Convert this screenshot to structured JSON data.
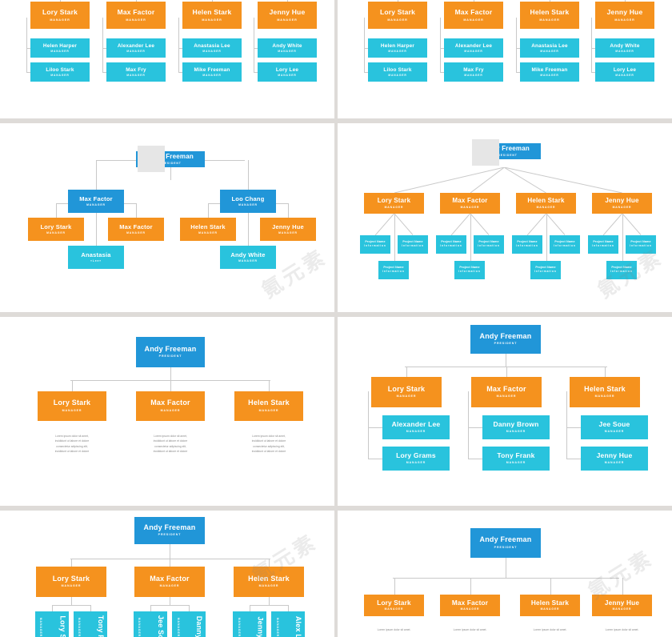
{
  "meta": {
    "watermark": "氪元素",
    "colors": {
      "orange": "#f5921e",
      "cyan": "#29c3dd",
      "blue": "#2196d8",
      "line": "#c9c9c9",
      "page_background": "#dedbd8",
      "slide_background": "#ffffff",
      "lorem_text": "#8b8b8b"
    }
  },
  "roles": {
    "manager": "MANAGER",
    "president": "PRESIDENT"
  },
  "lorem": {
    "l1": "Lorem ipsum dolor sit amet,",
    "l2": "incididunt ut labore et dolore",
    "l3": "consectetur adipiscing elit,",
    "l4": "incididunt ut labore et dolore",
    "short": "Lorem ipsum dolor sit amet."
  },
  "project_box": {
    "line1": "Project Name",
    "line2": "Information"
  },
  "slides": [
    {
      "id": "slide-1",
      "name": "four-column-manager-chart",
      "columns": [
        {
          "head": "Lory Stark",
          "children": [
            "Helen Harper",
            "Liloo Stark"
          ]
        },
        {
          "head": "Max Factor",
          "children": [
            "Alexander Lee",
            "Max Fry"
          ]
        },
        {
          "head": "Helen Stark",
          "children": [
            "Anastasia Lee",
            "Mike Freeman"
          ]
        },
        {
          "head": "Jenny Hue",
          "children": [
            "Andy White",
            "Lory Lee"
          ]
        }
      ]
    },
    {
      "id": "slide-2",
      "name": "four-column-manager-chart-duplicate",
      "columns": [
        {
          "head": "Lory Stark",
          "children": [
            "Helen Harper",
            "Liloo Stark"
          ]
        },
        {
          "head": "Max Factor",
          "children": [
            "Alexander Lee",
            "Max Fry"
          ]
        },
        {
          "head": "Helen Stark",
          "children": [
            "Anastasia Lee",
            "Mike Freeman"
          ]
        },
        {
          "head": "Jenny Hue",
          "children": [
            "Andy White",
            "Lory Lee"
          ]
        }
      ]
    },
    {
      "id": "slide-3",
      "name": "two-branch-chart",
      "root": "Andy Freeman",
      "root_occluded": true,
      "branches": [
        {
          "head": "Max Factor",
          "peers": [
            "Lory Stark",
            "Max Factor"
          ],
          "bottom": {
            "name": "Anastasia",
            "role": "«Lee»"
          }
        },
        {
          "head": "Loo Chang",
          "peers": [
            "Helen Stark",
            "Jenny Hue"
          ],
          "bottom": {
            "name": "Andy White",
            "role": "MANAGER"
          }
        }
      ]
    },
    {
      "id": "slide-4",
      "name": "project-fan-chart",
      "root": "Andy Freeman",
      "root_occluded": true,
      "columns": [
        "Lory Stark",
        "Max Factor",
        "Helen Stark",
        "Jenny Hue"
      ]
    },
    {
      "id": "slide-5",
      "name": "three-branch-lorem-chart",
      "root": "Andy Freeman",
      "columns": [
        "Lory Stark",
        "Max Factor",
        "Helen Stark"
      ]
    },
    {
      "id": "slide-6",
      "name": "three-branch-staff-chart",
      "root": "Andy Freeman",
      "columns": [
        {
          "head": "Lory Stark",
          "children": [
            "Alexander Lee",
            "Lory Grams"
          ]
        },
        {
          "head": "Max Factor",
          "children": [
            "Danny Brown",
            "Tony Frank"
          ]
        },
        {
          "head": "Helen Stark",
          "children": [
            "Jee Soue",
            "Jenny Hue"
          ]
        }
      ]
    },
    {
      "id": "slide-7",
      "name": "three-branch-rotated-labels-chart",
      "root": "Andy Freeman",
      "columns": [
        {
          "head": "Lory Stark",
          "children": [
            "Lory S",
            "Tony F"
          ]
        },
        {
          "head": "Max Factor",
          "children": [
            "Jee So",
            "Danny"
          ]
        },
        {
          "head": "Helen Stark",
          "children": [
            "Jenny",
            "Alex L"
          ]
        }
      ]
    },
    {
      "id": "slide-8",
      "name": "four-branch-lorem-chart",
      "root": "Andy Freeman",
      "columns": [
        "Lory Stark",
        "Max Factor",
        "Helen Stark",
        "Jenny Hue"
      ]
    }
  ]
}
